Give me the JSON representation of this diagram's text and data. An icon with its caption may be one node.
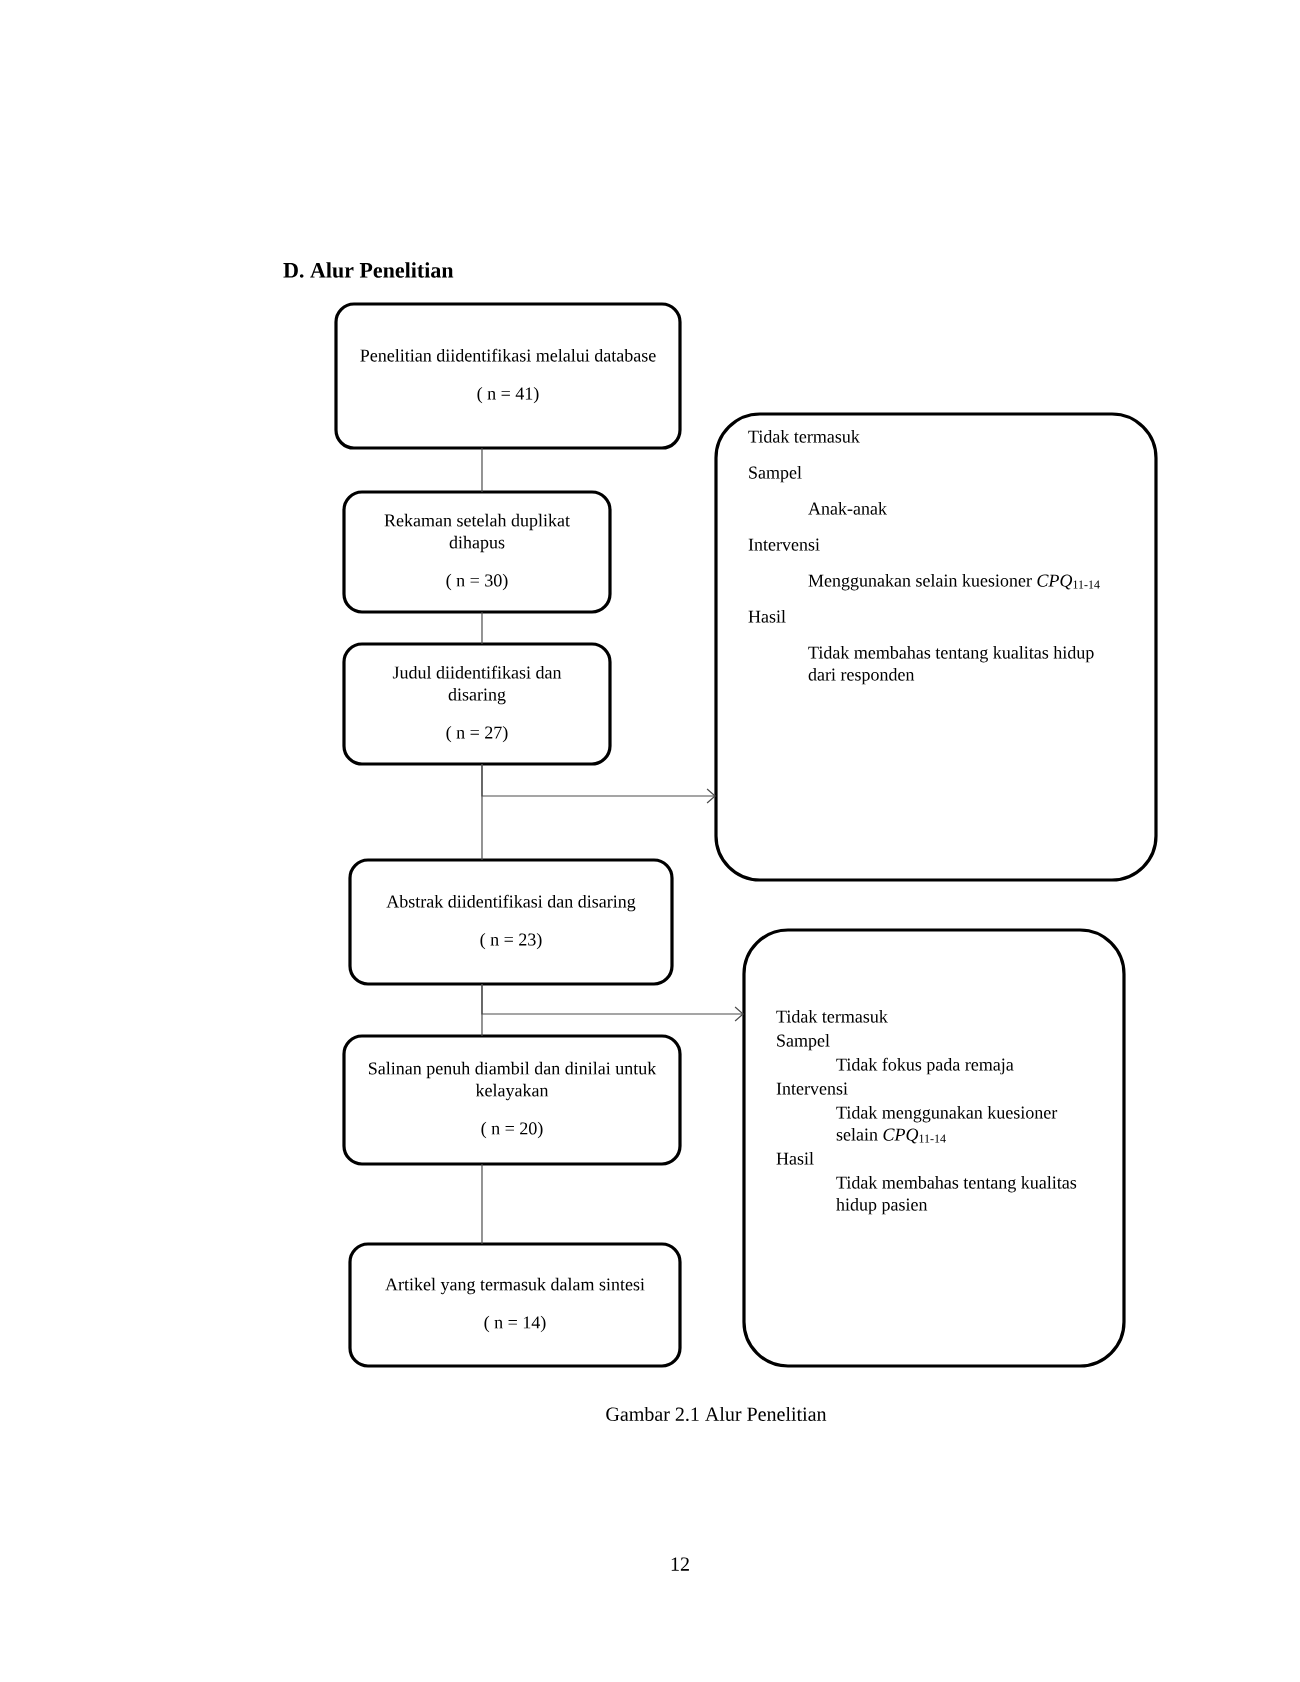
{
  "diagram": {
    "title": "D.  Alur Penelitian",
    "caption": "Gambar 2.1 Alur Penelitian",
    "nodes": [
      {
        "text": [
          "Penelitian diidentifikasi melalui database",
          "( n = 41)"
        ]
      },
      {
        "text": [
          "Rekaman setelah duplikat dihapus",
          "( n = 30)"
        ]
      },
      {
        "text": [
          "Judul diidentifikasi dan disaring",
          "( n = 27)"
        ]
      },
      {
        "text": [
          "Abstrak diidentifikasi dan disaring",
          "( n = 23)"
        ]
      },
      {
        "text": [
          "Salinan penuh diambil dan dinilai untuk kelayakan",
          "( n = 20)"
        ]
      },
      {
        "text": [
          "Artikel yang termasuk dalam sintesi",
          "( n = 14)"
        ]
      },
      {
        "text": [
          "Tidak termasuk",
          "Sampel",
          "Anak-anak",
          "Intervensi",
          "Menggunakan selain kuesioner *CPQ*$_{11-14}$",
          "Hasil",
          "Tidak membahas tentang kualitas hidup dari responden"
        ]
      },
      {
        "text": [
          "Tidak termasuk",
          "Sampel",
          "Tidak fokus pada remaja",
          "Intervensi",
          "Tidak menggunakan kuesioner selain *CPQ*$_{11-14}$",
          "Hasil",
          "Tidak membahas tentang kualitas hidup pasien"
        ]
      }
    ],
    "edges": [
      {
        "from": 0,
        "to": 1,
        "arrow": "none"
      },
      {
        "from": 1,
        "to": 2,
        "arrow": "none"
      },
      {
        "from": 2,
        "to": 3,
        "arrow": "none"
      },
      {
        "from": 2,
        "to": 6,
        "arrow": "to"
      },
      {
        "from": 3,
        "to": 4,
        "arrow": "none"
      },
      {
        "from": 3,
        "to": 7,
        "arrow": "to"
      },
      {
        "from": 4,
        "to": 5,
        "arrow": "none"
      }
    ],
    "labels": [
      "12"
    ]
  }
}
